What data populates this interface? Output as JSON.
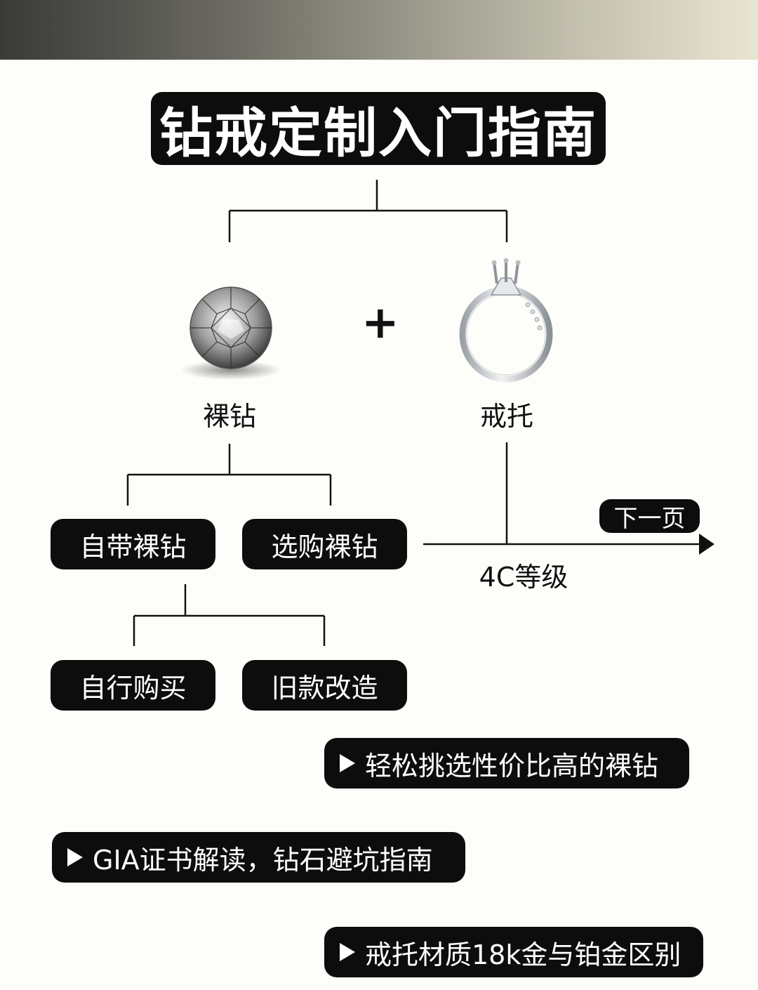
{
  "title": "钻戒定制入门指南",
  "plus": "+",
  "branches": {
    "diamond_label": "裸钻",
    "setting_label": "戒托",
    "own_diamond": "自带裸钻",
    "buy_diamond": "选购裸钻",
    "self_purchase": "自行购买",
    "old_redesign": "旧款改造",
    "grade_label": "4C等级",
    "next_page": "下一页"
  },
  "tips": [
    "轻松挑选性价比高的裸钻",
    "GIA证书解读，钻石避坑指南",
    "戒托材质18k金与铂金区别"
  ],
  "icons": {
    "diamond": "diamond-icon",
    "ring": "ring-setting-icon",
    "arrow": "arrow-right-icon",
    "bullet": "play-triangle-icon"
  },
  "colors": {
    "ink": "#0d0d0d",
    "background": "#fdfdfa"
  }
}
